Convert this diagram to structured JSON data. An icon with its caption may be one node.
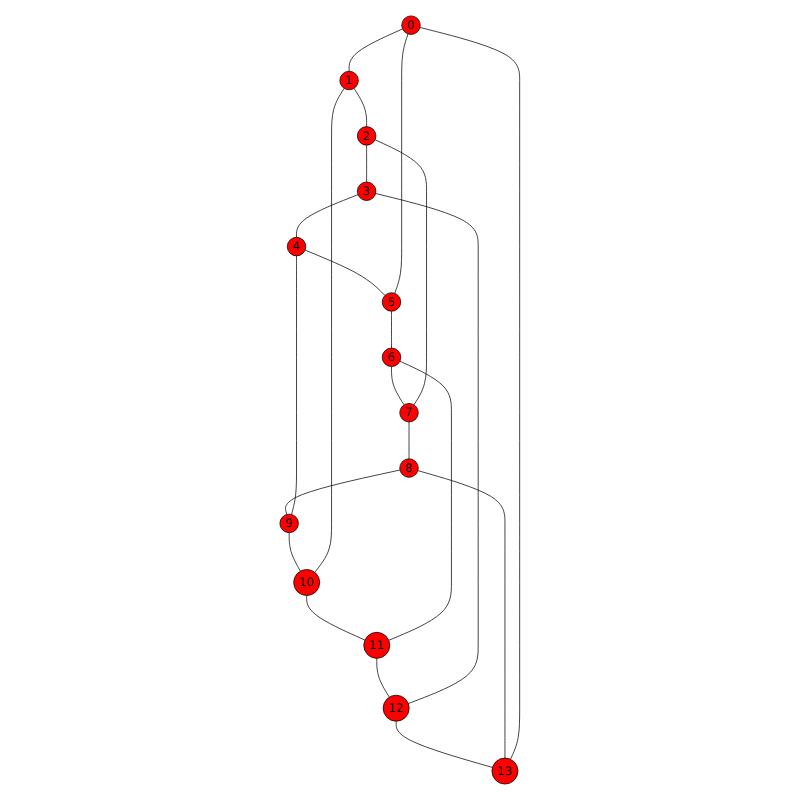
{
  "diagram": {
    "nodes": [
      {
        "text": [
          "0"
        ]
      },
      {
        "text": [
          "1"
        ]
      },
      {
        "text": [
          "2"
        ]
      },
      {
        "text": [
          "3"
        ]
      },
      {
        "text": [
          "4"
        ]
      },
      {
        "text": [
          "5"
        ]
      },
      {
        "text": [
          "6"
        ]
      },
      {
        "text": [
          "7"
        ]
      },
      {
        "text": [
          "8"
        ]
      },
      {
        "text": [
          "9"
        ]
      },
      {
        "text": [
          "10"
        ]
      },
      {
        "text": [
          "11"
        ]
      },
      {
        "text": [
          "12"
        ]
      },
      {
        "text": [
          "13"
        ]
      }
    ],
    "edges": [
      {
        "from": 0,
        "to": 1,
        "arrow": "none"
      },
      {
        "from": 1,
        "to": 2,
        "arrow": "none"
      },
      {
        "from": 2,
        "to": 3,
        "arrow": "none"
      },
      {
        "from": 3,
        "to": 4,
        "arrow": "none"
      },
      {
        "from": 4,
        "to": 5,
        "arrow": "none"
      },
      {
        "from": 5,
        "to": 6,
        "arrow": "none"
      },
      {
        "from": 6,
        "to": 7,
        "arrow": "none"
      },
      {
        "from": 7,
        "to": 8,
        "arrow": "none"
      },
      {
        "from": 8,
        "to": 9,
        "arrow": "none"
      },
      {
        "from": 9,
        "to": 10,
        "arrow": "none"
      },
      {
        "from": 10,
        "to": 11,
        "arrow": "none"
      },
      {
        "from": 11,
        "to": 12,
        "arrow": "none"
      },
      {
        "from": 12,
        "to": 13,
        "arrow": "none"
      },
      {
        "from": 13,
        "to": 0,
        "arrow": "none"
      },
      {
        "from": 0,
        "to": 5,
        "arrow": "none"
      },
      {
        "from": 1,
        "to": 10,
        "arrow": "none"
      },
      {
        "from": 2,
        "to": 7,
        "arrow": "none"
      },
      {
        "from": 3,
        "to": 12,
        "arrow": "none"
      },
      {
        "from": 4,
        "to": 9,
        "arrow": "none"
      },
      {
        "from": 6,
        "to": 11,
        "arrow": "none"
      },
      {
        "from": 8,
        "to": 13,
        "arrow": "none"
      }
    ]
  }
}
